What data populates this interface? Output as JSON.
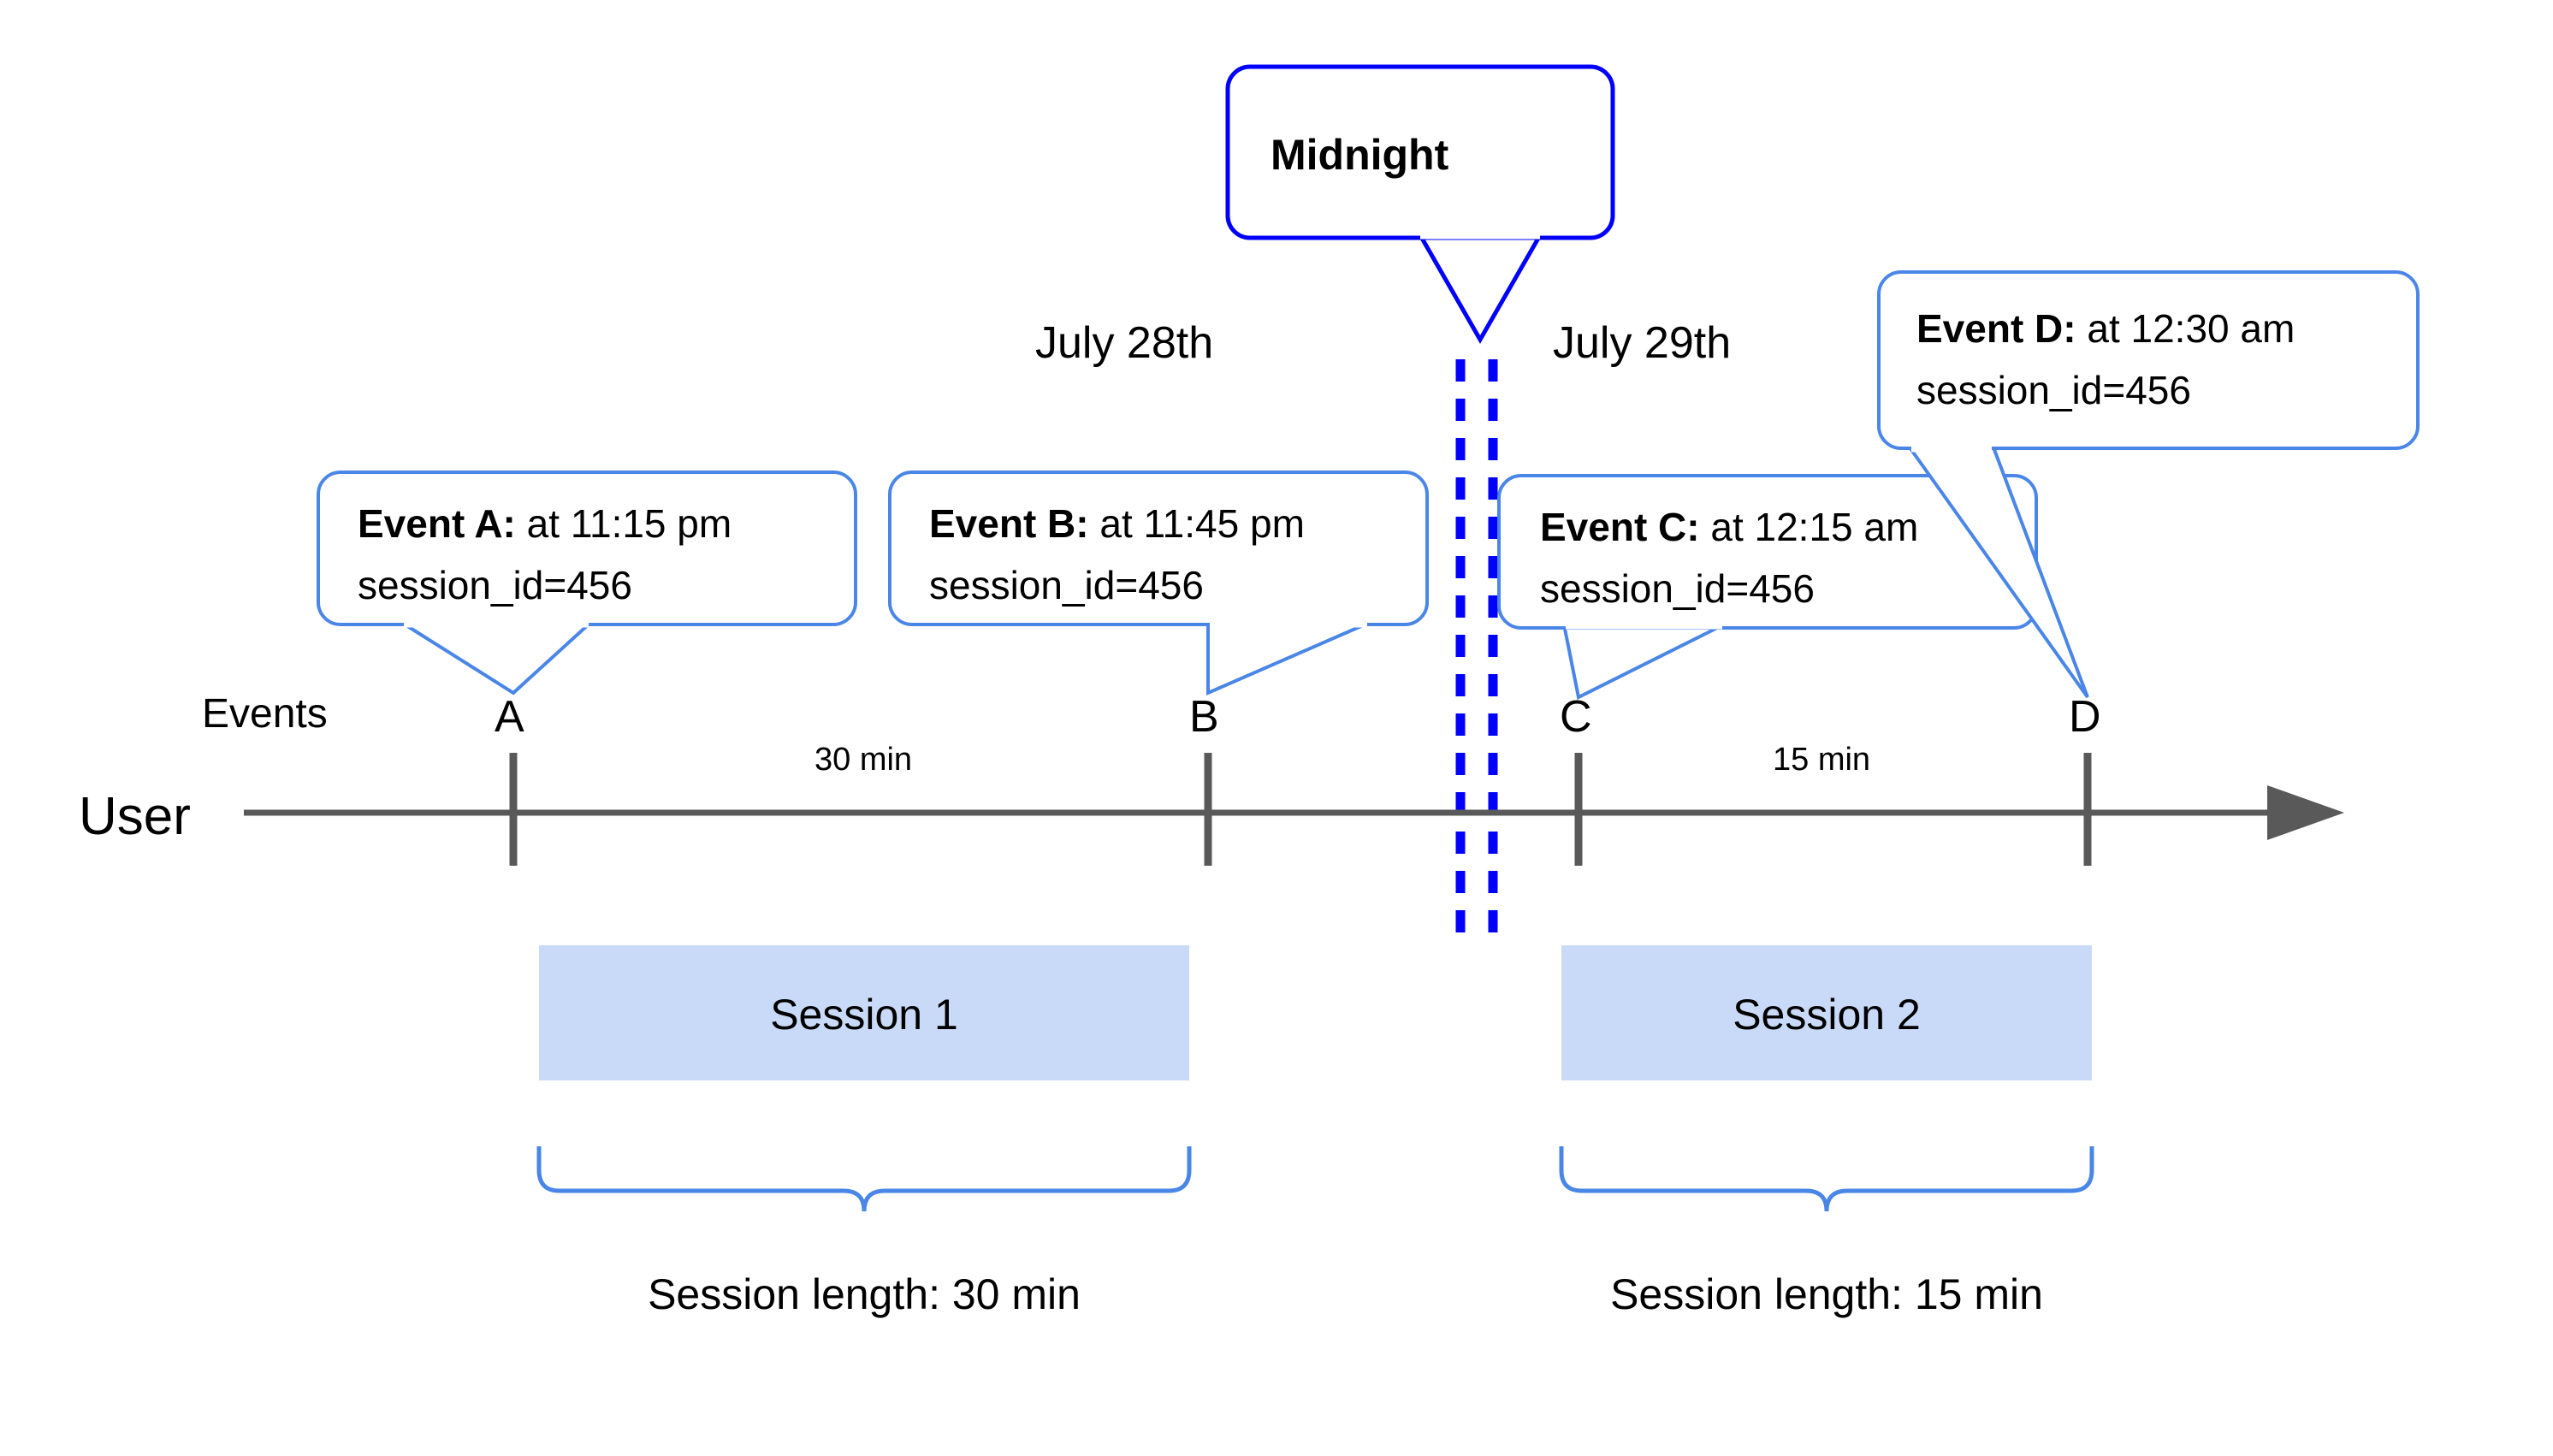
{
  "diagram": {
    "title": "Session splitting at midnight timeline",
    "colors": {
      "callout_border": "#4a86e8",
      "midnight_border": "#0000ff",
      "midnight_dashed_line": "#0000ff",
      "session_fill": "#c9daf8",
      "axis": "#595959",
      "text": "#000000",
      "background": "#ffffff"
    }
  },
  "lane_labels": {
    "user": "User",
    "events": "Events"
  },
  "dates": {
    "left": "July 28th",
    "right": "July 29th"
  },
  "midnight": {
    "label": "Midnight"
  },
  "markers": [
    {
      "id": "A",
      "label": "A"
    },
    {
      "id": "B",
      "label": "B"
    },
    {
      "id": "C",
      "label": "C"
    },
    {
      "id": "D",
      "label": "D"
    }
  ],
  "intervals": [
    {
      "from": "A",
      "to": "B",
      "label": "30 min"
    },
    {
      "from": "C",
      "to": "D",
      "label": "15 min"
    }
  ],
  "callouts": [
    {
      "id": "event-a",
      "bold": "Event A:",
      "rest": " at 11:15 pm",
      "line2": "session_id=456"
    },
    {
      "id": "event-b",
      "bold": "Event B:",
      "rest": " at 11:45 pm",
      "line2": "session_id=456"
    },
    {
      "id": "event-c",
      "bold": "Event C:",
      "rest": " at 12:15 am",
      "line2": "session_id=456"
    },
    {
      "id": "event-d",
      "bold": "Event D:",
      "rest": " at 12:30 am",
      "line2": "session_id=456"
    }
  ],
  "sessions": [
    {
      "id": "session-1",
      "box_label": "Session 1",
      "length_label": "Session length: 30 min"
    },
    {
      "id": "session-2",
      "box_label": "Session 2",
      "length_label": "Session length: 15 min"
    }
  ]
}
